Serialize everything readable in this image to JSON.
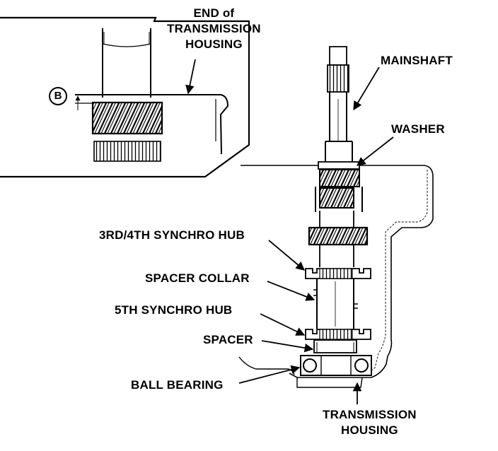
{
  "inset": {
    "end_label": [
      "END of",
      "TRANSMISSION",
      "HOUSING"
    ],
    "dimension_marker": "B"
  },
  "labels": {
    "mainshaft": "MAINSHAFT",
    "washer": "WASHER",
    "synchro_hub_34": "3RD/4TH SYNCHRO HUB",
    "spacer_collar": "SPACER COLLAR",
    "synchro_hub_5": "5TH SYNCHRO HUB",
    "spacer": "SPACER",
    "ball_bearing": "BALL BEARING",
    "transmission_housing": [
      "TRANSMISSION",
      "HOUSING"
    ]
  }
}
